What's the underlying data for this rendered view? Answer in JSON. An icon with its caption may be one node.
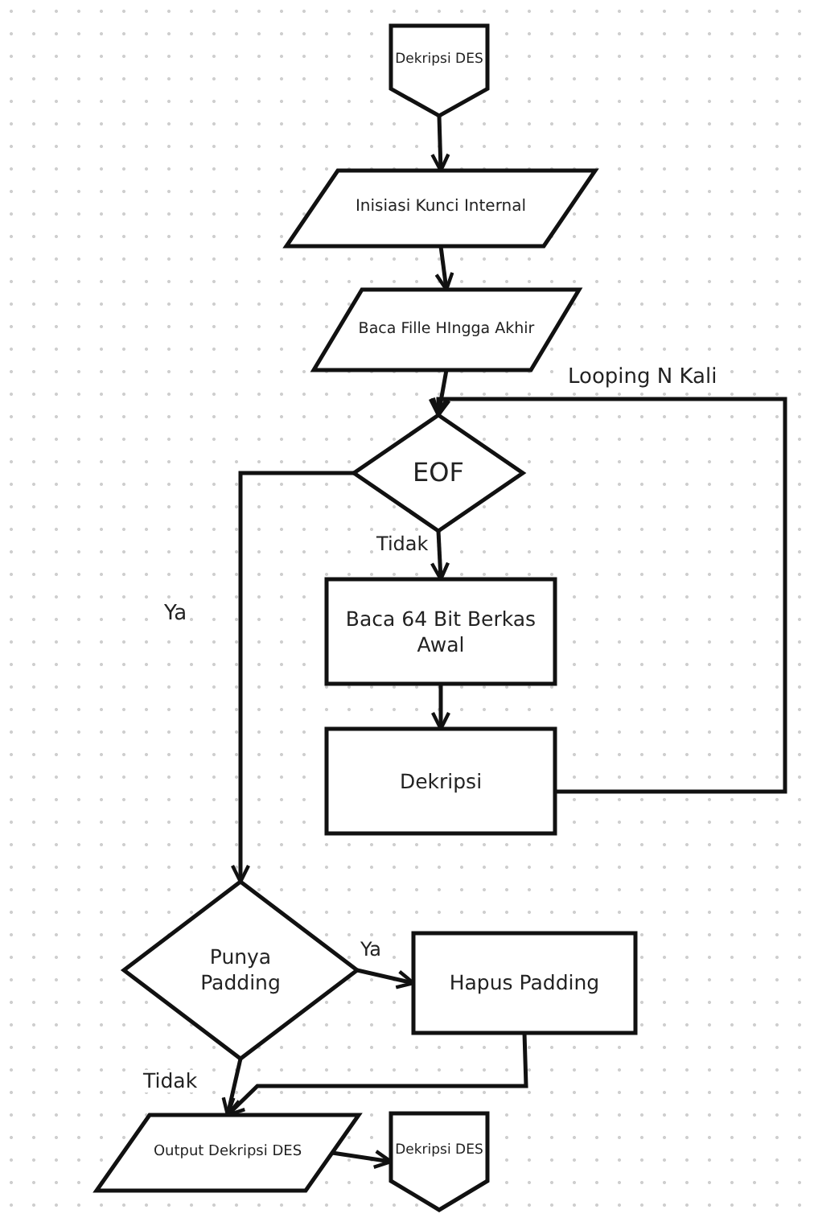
{
  "diagram": {
    "nodes": [
      {
        "text": [
          "Dekripsi DES"
        ]
      },
      {
        "text": [
          "Inisiasi Kunci Internal"
        ]
      },
      {
        "text": [
          "Baca Fille HIngga Akhir"
        ]
      },
      {
        "text": [
          "EOF"
        ]
      },
      {
        "text": [
          "Baca 64 Bit Berkas Awal"
        ]
      },
      {
        "text": [
          "Dekripsi"
        ]
      },
      {
        "text": [
          "Punya Padding"
        ]
      },
      {
        "text": [
          "Hapus Padding"
        ]
      },
      {
        "text": [
          "Output Dekripsi DES"
        ]
      },
      {
        "text": [
          "Dekripsi DES"
        ]
      }
    ],
    "edges": [
      {
        "from": 0,
        "to": 1,
        "arrow": "to"
      },
      {
        "from": 1,
        "to": 2,
        "arrow": "to"
      },
      {
        "from": 2,
        "to": 3,
        "arrow": "to"
      },
      {
        "from": 3,
        "to": 4,
        "arrow": "to",
        "label": "Tidak"
      },
      {
        "from": 4,
        "to": 5,
        "arrow": "to"
      },
      {
        "from": 5,
        "to": 3,
        "arrow": "to",
        "label": "Looping N Kali"
      },
      {
        "from": 3,
        "to": 6,
        "arrow": "to",
        "label": "Ya"
      },
      {
        "from": 6,
        "to": 7,
        "arrow": "to",
        "label": "Ya"
      },
      {
        "from": 6,
        "to": 8,
        "arrow": "to",
        "label": "Tidak"
      },
      {
        "from": 7,
        "to": 8,
        "arrow": "to"
      },
      {
        "from": 8,
        "to": 9,
        "arrow": "to"
      }
    ]
  }
}
